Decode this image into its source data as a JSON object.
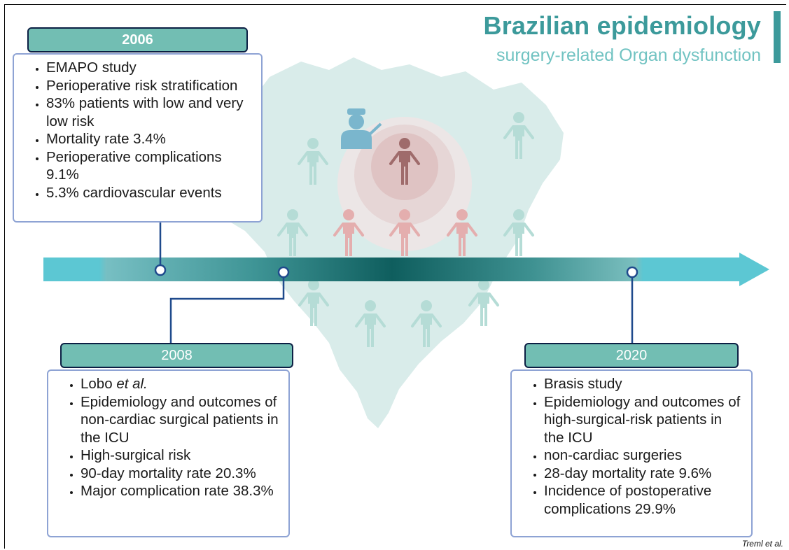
{
  "title": {
    "main": "Brazilian epidemiology",
    "sub": "surgery-related Organ dysfunction"
  },
  "timeline": [
    {
      "year": "2006",
      "items": [
        "EMAPO study",
        "Perioperative risk stratification",
        "83% patients with low and very low risk",
        "Mortality rate 3.4%",
        "Perioperative complications 9.1%",
        "5.3% cardiovascular events"
      ]
    },
    {
      "year": "2008",
      "item0_text": "Lobo ",
      "item0_italic": "et al.",
      "items": [
        "Epidemiology and outcomes of non-cardiac surgical patients in the ICU",
        "High-surgical risk",
        "90-day mortality rate 20.3%",
        "Major complication rate 38.3%"
      ]
    },
    {
      "year": "2020",
      "items": [
        "Brasis study",
        "Epidemiology and outcomes of high-surgical-risk patients in the ICU",
        "non-cardiac surgeries",
        "28-day mortality rate 9.6%",
        "Incidence of postoperative complications 29.9%"
      ]
    }
  ],
  "credit": "Treml et al.",
  "colors": {
    "title": "#3c9a9b",
    "subtitle": "#71c3c2",
    "year_fill": "#72beb3",
    "year_border": "#0c1f44",
    "card_border": "#8ea3d4",
    "connector": "#1f4a8c",
    "map": "#d9ecea",
    "person_teal": "#b5dcd6",
    "person_red": "#e4aeae",
    "person_center": "#9f6b6b"
  },
  "icons": [
    "brazil-map",
    "person-icon",
    "surgeon-icon",
    "timeline-arrow"
  ]
}
